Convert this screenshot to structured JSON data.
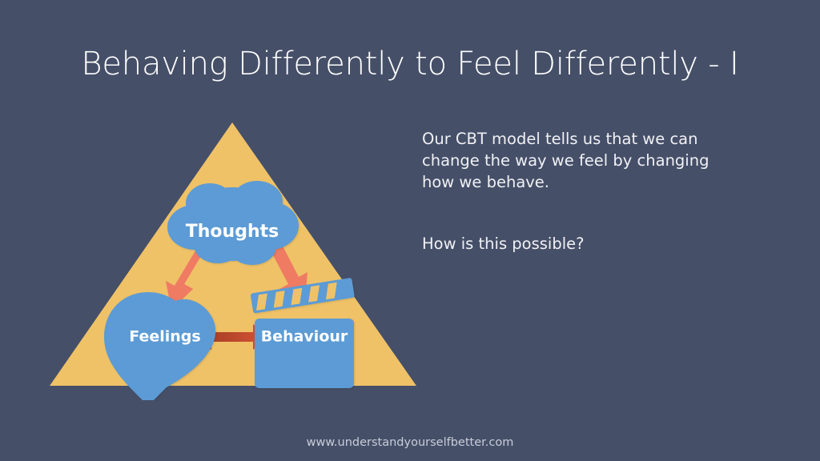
{
  "slide": {
    "title": "Behaving Differently to Feel Differently - I",
    "footer": "www.understandyourselfbetter.com",
    "background_color": "#454f68"
  },
  "body": {
    "paragraph_1": "Our CBT model tells us that we can change the way we feel by changing how we behave.",
    "paragraph_2": "How is this possible?"
  },
  "diagram": {
    "name": "cbt-triangle-model",
    "triangle_color": "#efc268",
    "shape_color": "#5b9bd5",
    "arrow_color": "#ef7b63",
    "arrow_color_horizontal_start": "#9d3b22",
    "arrow_color_horizontal_end": "#d9563a",
    "nodes": [
      {
        "id": "thoughts",
        "label": "Thoughts",
        "icon": "cloud-icon"
      },
      {
        "id": "feelings",
        "label": "Feelings",
        "icon": "heart-icon"
      },
      {
        "id": "behaviour",
        "label": "Behaviour",
        "icon": "clapperboard-icon"
      }
    ],
    "connections": [
      {
        "from": "thoughts",
        "to": "feelings",
        "style": "double-headed"
      },
      {
        "from": "thoughts",
        "to": "behaviour",
        "style": "double-headed"
      },
      {
        "from": "feelings",
        "to": "behaviour",
        "style": "double-headed"
      }
    ]
  }
}
